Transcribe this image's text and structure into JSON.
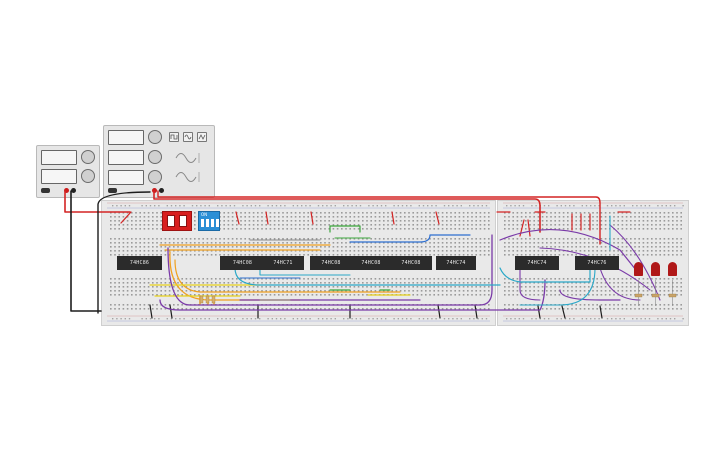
{
  "chips": [
    {
      "id": "u1",
      "label": "74HC86"
    },
    {
      "id": "u2",
      "label": "74HC08"
    },
    {
      "id": "u3",
      "label": "74HC71"
    },
    {
      "id": "u4",
      "label": "74HC08"
    },
    {
      "id": "u5",
      "label": "74HC08"
    },
    {
      "id": "u6",
      "label": "74HC08"
    },
    {
      "id": "u7",
      "label": "74HC74"
    },
    {
      "id": "u8",
      "label": "74HC74"
    },
    {
      "id": "u9",
      "label": "74HC76"
    }
  ],
  "dip_switch": {
    "label": "ON"
  },
  "colors": {
    "wire_red": "#d42424",
    "wire_black": "#1d1d1d",
    "wire_orange": "#f0a020",
    "wire_yellow": "#e8d21a",
    "wire_purple": "#7a3aa8",
    "wire_blue": "#2d6fd0",
    "wire_cyan": "#2aa8c8",
    "wire_green": "#3aa63a",
    "led_red": "#b01818",
    "chip_body": "#2b2b2b"
  },
  "icons": [
    "square-wave-icon",
    "sine-wave-icon",
    "triangle-wave-icon",
    "knob-icon"
  ]
}
